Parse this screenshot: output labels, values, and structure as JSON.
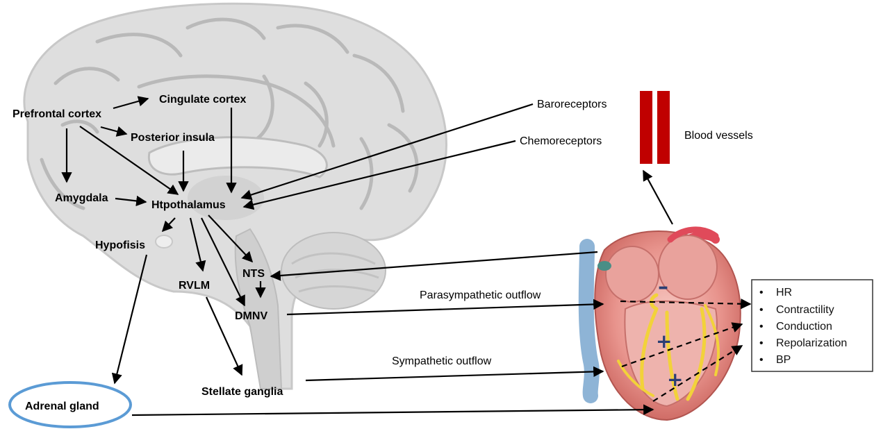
{
  "brain_labels": {
    "prefrontal_cortex": "Prefrontal cortex",
    "cingulate_cortex": "Cingulate cortex",
    "posterior_insula": "Posterior insula",
    "amygdala": "Amygdala",
    "hypothalamus": "Htpothalamus",
    "hypofisis": "Hypofisis",
    "rvlm": "RVLM",
    "nts": "NTS",
    "dmnv": "DMNV",
    "stellate_ganglia": "Stellate ganglia",
    "adrenal_gland": "Adrenal gland"
  },
  "receptors": {
    "baroreceptors": "Baroreceptors",
    "chemoreceptors": "Chemoreceptors"
  },
  "vessels_label": "Blood vessels",
  "outflows": {
    "parasympathetic": "Parasympathetic outflow",
    "sympathetic": "Sympathetic outflow"
  },
  "heart_signs": {
    "minus": "–",
    "plus_1": "+",
    "plus_2": "+"
  },
  "effects": [
    "HR",
    "Contractility",
    "Conduction",
    "Repolarization",
    "BP"
  ],
  "colors": {
    "vessel_red": "#c00000",
    "adrenal_ring": "#5b9bd5",
    "brain_fill": "#dedede"
  }
}
